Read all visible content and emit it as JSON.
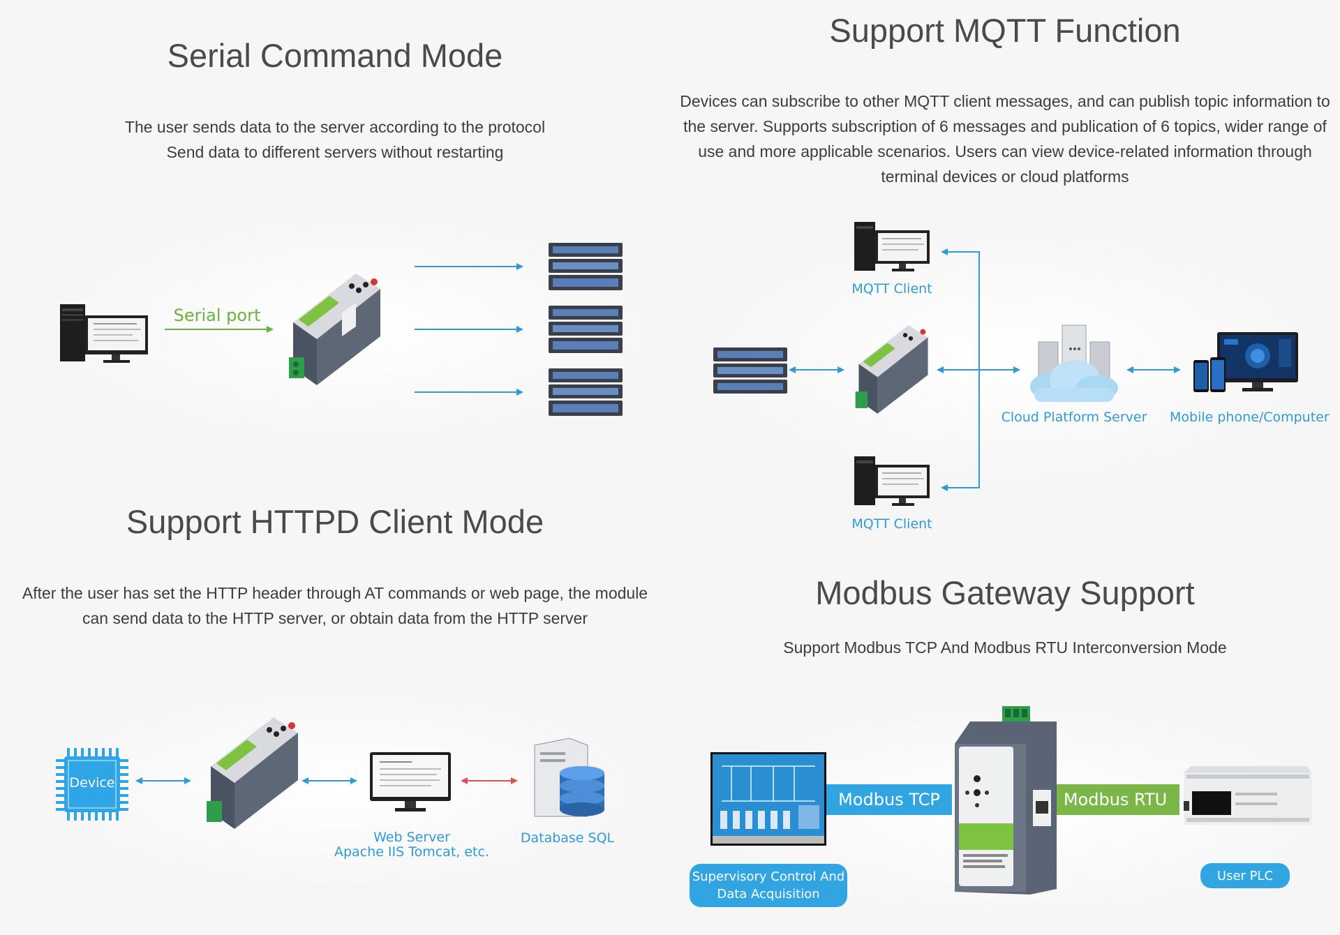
{
  "sections": {
    "serial": {
      "title": "Serial Command Mode",
      "desc_line1": "The user sends data to the server according to the protocol",
      "desc_line2": "Send data to different servers without restarting",
      "serial_port_label": "Serial port"
    },
    "mqtt": {
      "title": "Support MQTT Function",
      "desc_line1": "Devices can subscribe to other MQTT client messages, and can publish topic information to",
      "desc_line2": "the server. Supports subscription of 6 messages and publication of 6 topics, wider range of",
      "desc_line3": "use and more applicable scenarios. Users can view device-related information through",
      "desc_line4": "terminal devices or cloud platforms",
      "client_top_label": "MQTT Client",
      "client_bottom_label": "MQTT Client",
      "cloud_label": "Cloud Platform Server",
      "mobile_label": "Mobile phone/Computer"
    },
    "httpd": {
      "title": "Support HTTPD Client Mode",
      "desc_line1": "After the user has set the HTTP header through AT commands or web page, the module",
      "desc_line2": "can send data to the HTTP server, or obtain data from the HTTP server",
      "device_label": "Device",
      "web_label_line1": "Web Server",
      "web_label_line2": "Apache IIS Tomcat, etc.",
      "db_label": "Database SQL"
    },
    "modbus": {
      "title": "Modbus Gateway Support",
      "desc": "Support Modbus TCP And Modbus RTU Interconversion Mode",
      "tcp_label": "Modbus TCP",
      "rtu_label": "Modbus RTU",
      "scada_label_line1": "Supervisory Control And",
      "scada_label_line2": "Data Acquisition",
      "plc_label": "User PLC"
    }
  },
  "colors": {
    "accent_blue": "#2f9bd6",
    "arrow_red": "#e05050",
    "serial_green": "#6ab33e",
    "modbus_tcp_band": "#31a4e2",
    "modbus_rtu_band": "#7ab648"
  }
}
